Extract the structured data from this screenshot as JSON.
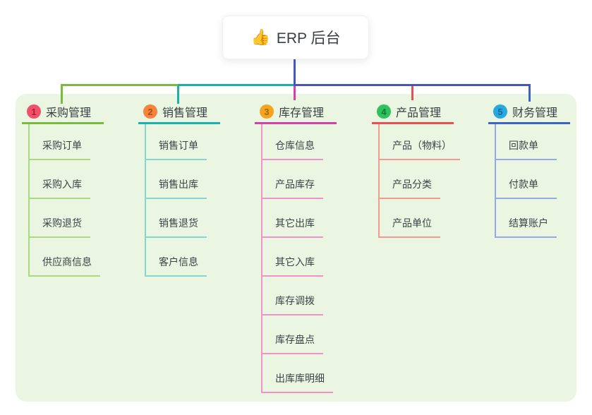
{
  "root": {
    "icon": "👍",
    "title": "ERP 后台"
  },
  "branches": [
    {
      "index": "1",
      "label": "采购管理",
      "children": [
        "采购订单",
        "采购入库",
        "采购退货",
        "供应商信息"
      ],
      "colors": {
        "line": "#7cb93f",
        "line_light": "#abd97e",
        "badge_bg": "#f0506a",
        "badge_fg": "#a81f3a"
      }
    },
    {
      "index": "2",
      "label": "销售管理",
      "children": [
        "销售订单",
        "销售出库",
        "销售退货",
        "客户信息"
      ],
      "colors": {
        "line": "#17b3a8",
        "line_light": "#86d6cf",
        "badge_bg": "#f5823d",
        "badge_fg": "#a8540c"
      }
    },
    {
      "index": "3",
      "label": "库存管理",
      "children": [
        "仓库信息",
        "产品库存",
        "其它出库",
        "其它入库",
        "库存调拨",
        "库存盘点",
        "出库库明细"
      ],
      "colors": {
        "line": "#d63fa6",
        "line_light": "#f193c9",
        "badge_bg": "#f5a41f",
        "badge_fg": "#a36a05"
      }
    },
    {
      "index": "4",
      "label": "产品管理",
      "children": [
        "产品（物料）",
        "产品分类",
        "产品单位"
      ],
      "colors": {
        "line": "#f04e4e",
        "line_light": "#f59a93",
        "badge_bg": "#2fc15e",
        "badge_fg": "#0f7a36"
      }
    },
    {
      "index": "5",
      "label": "财务管理",
      "children": [
        "回款单",
        "付款单",
        "结算账户"
      ],
      "colors": {
        "line": "#3e63c8",
        "line_light": "#95aae3",
        "badge_bg": "#29a8df",
        "badge_fg": "#0b6da1"
      }
    }
  ],
  "connectors": {
    "root_drop": "#4556bf",
    "bus_green": "#7cb93f",
    "bus_teal": "#17b3a8",
    "bus_blue": "#4556bf",
    "drop_green": "#7cb93f",
    "drop_teal": "#17b3a8",
    "drop_magenta": "#d63fa6",
    "drop_red": "#f04e4e",
    "drop_blue": "#3e63c8"
  },
  "canvas": {
    "panel_background": "#eaf6e2"
  }
}
